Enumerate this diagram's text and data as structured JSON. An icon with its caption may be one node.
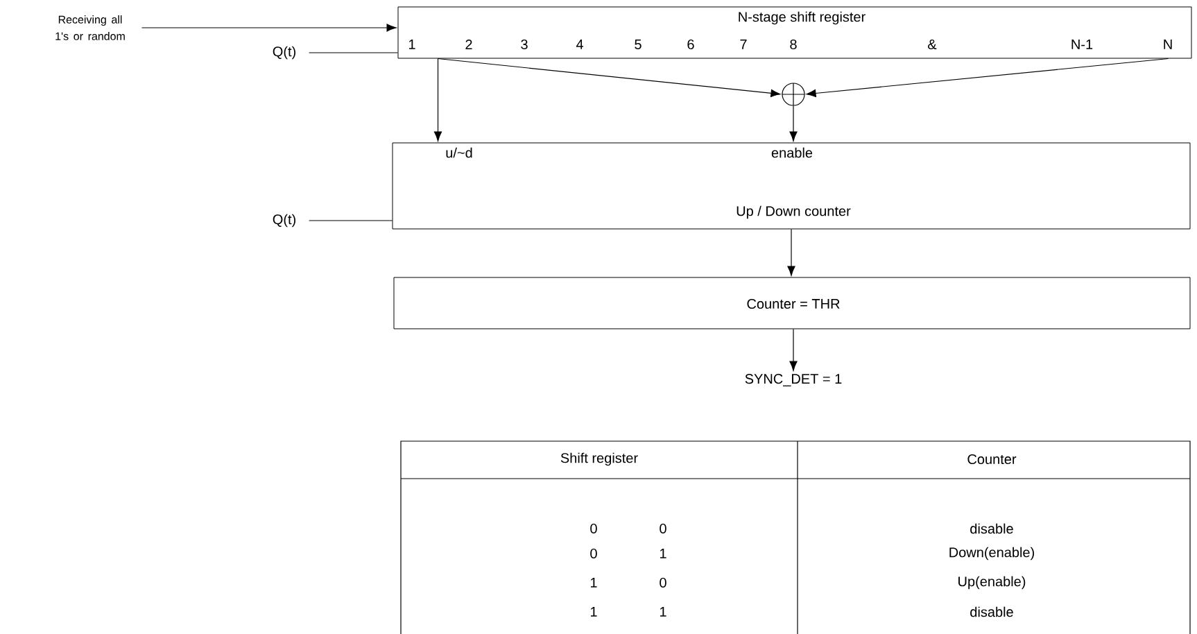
{
  "diagram": {
    "nodes": [
      {
        "text": [
          "N-stage shift register",
          "1",
          "2",
          "3",
          "4",
          "5",
          "6",
          "7",
          "8",
          "&",
          "N-1",
          "N"
        ]
      },
      {
        "text": [
          "Receiving all 1's or random"
        ]
      },
      {
        "text": [
          "Q(t)"
        ]
      },
      {
        "text": [],
        "shape": "circle"
      },
      {
        "text": [
          "u/~d",
          "enable",
          "Up / Down counter"
        ]
      },
      {
        "text": [
          "Q(t)"
        ]
      },
      {
        "text": [
          "Counter  =  THR"
        ]
      },
      {
        "text": [
          "SYNC_DET = 1"
        ]
      }
    ],
    "edges": [
      {
        "from": 1,
        "to": 0,
        "arrow": "to"
      },
      {
        "from": 2,
        "to": 0,
        "arrow": "none"
      },
      {
        "from": 0,
        "to": 4,
        "arrow": "to"
      },
      {
        "from": 0,
        "to": 3,
        "arrow": "to"
      },
      {
        "from": 0,
        "to": 3,
        "arrow": "to"
      },
      {
        "from": 3,
        "to": 4,
        "arrow": "to"
      },
      {
        "from": 5,
        "to": 4,
        "arrow": "none"
      },
      {
        "from": 4,
        "to": 6,
        "arrow": "to"
      },
      {
        "from": 6,
        "to": 7,
        "arrow": "to"
      }
    ],
    "labels": [
      "Shift register",
      "Counter",
      "0",
      "0",
      "disable",
      "0",
      "1",
      "Down(enable)",
      "1",
      "0",
      "Up(enable)",
      "1",
      "1",
      "disable"
    ]
  }
}
